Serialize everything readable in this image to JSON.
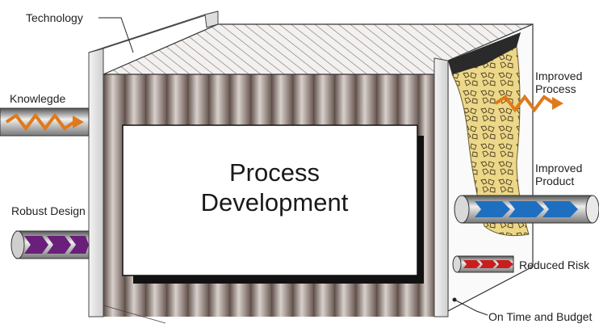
{
  "diagram": {
    "title_line1": "Process",
    "title_line2": "Development",
    "labels": {
      "technology": "Technology",
      "knowledge": "Knowlegde",
      "robust_design": "Robust Design",
      "improved_process_line1": "Improved",
      "improved_process_line2": "Process",
      "improved_product_line1": "Improved",
      "improved_product_line2": "Product",
      "reduced_risk": "Reduced Risk",
      "on_time_budget": "On Time and Budget"
    },
    "colors": {
      "knowledge_arrow": "#e07a1a",
      "robust_design_arrow": "#6a1f7a",
      "improved_process_arrow": "#e07a1a",
      "improved_product_arrow": "#1f6fc0",
      "reduced_risk_arrow": "#c81e1e",
      "material_fill": "#e8d07a",
      "frame_panel": "#dcdcdc"
    }
  }
}
